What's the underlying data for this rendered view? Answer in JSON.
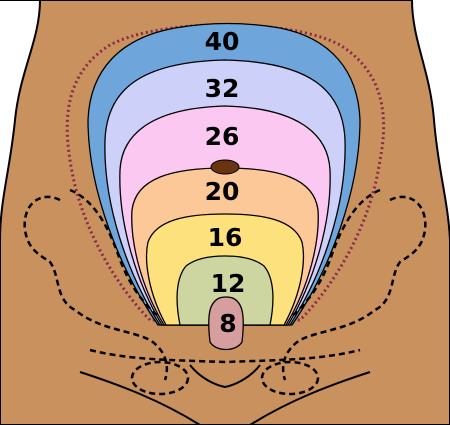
{
  "colors": {
    "skin": "#c8915e",
    "outline": "#000000",
    "uterus_outline": "#8a2a4a",
    "navel": "#6b3410",
    "week_8": "#d79ea0",
    "week_12": "#cdd6a0",
    "week_16": "#fde17c",
    "week_20": "#fdc898",
    "week_26": "#fbc8f2",
    "week_32": "#cdd0f8",
    "week_40": "#6ea6dc"
  },
  "stages": [
    {
      "week": "40",
      "color_key": "week_40"
    },
    {
      "week": "32",
      "color_key": "week_32"
    },
    {
      "week": "26",
      "color_key": "week_26"
    },
    {
      "week": "20",
      "color_key": "week_20"
    },
    {
      "week": "16",
      "color_key": "week_16"
    },
    {
      "week": "12",
      "color_key": "week_12"
    },
    {
      "week": "8",
      "color_key": "week_8"
    }
  ]
}
